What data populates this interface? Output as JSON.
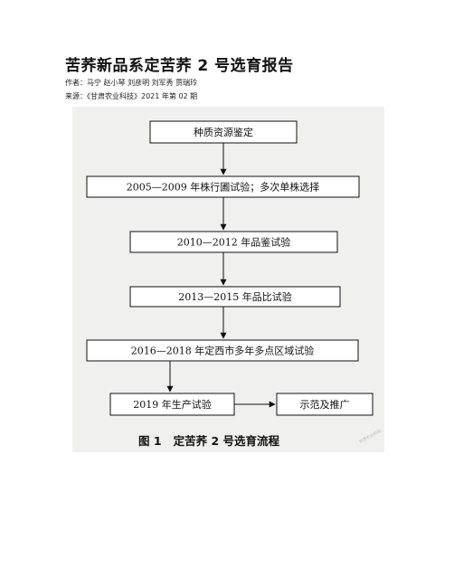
{
  "document": {
    "title": "苦荞新品系定苦荞 2 号选育报告",
    "authors_line": "作者：马宁 赵小琴 刘彦明 刘军秀 贾瑞玲",
    "source_line": "来源：《甘肃农业科技》2021 年第 02 期"
  },
  "figure": {
    "steps": [
      "种质资源鉴定",
      "2005—2009 年株行圃试验；多次单株选择",
      "2010—2012 年品鉴试验",
      "2013—2015 年品比试验",
      "2016—2018 年定西市多年多点区域试验",
      "2019 年生产试验",
      "示范及推广"
    ],
    "caption": "图 1   定苦荞 2 号选育流程",
    "stamp_text": "甘肃农业科技"
  }
}
